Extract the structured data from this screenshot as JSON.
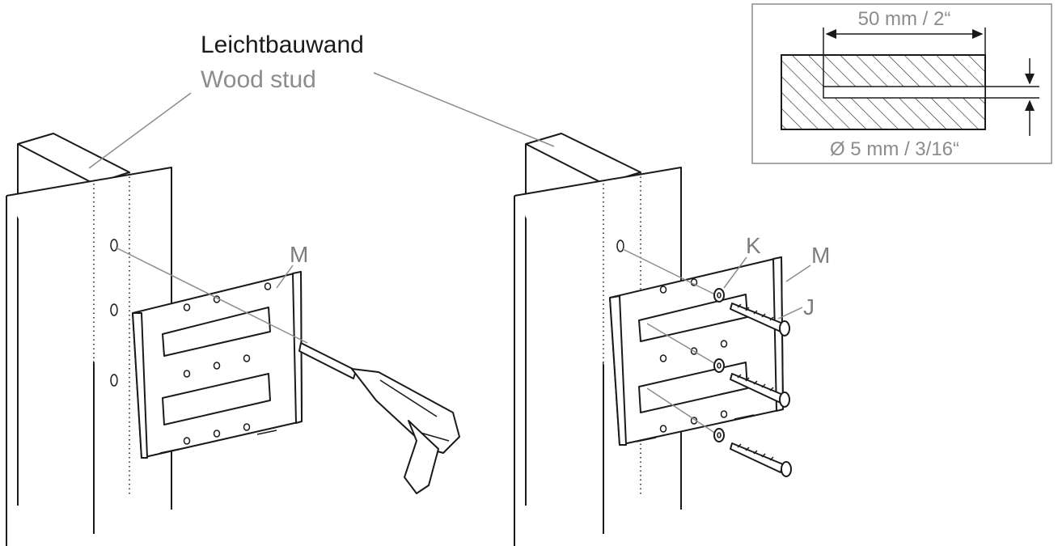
{
  "labels": {
    "wall_type_de": "Leichtbauwand",
    "wall_type_en": "Wood stud",
    "plate_left": "M",
    "plate_right": "M",
    "washer": "K",
    "screw": "J"
  },
  "detail": {
    "depth": "50 mm / 2“",
    "diameter": "Ø 5 mm / 3/16“"
  }
}
